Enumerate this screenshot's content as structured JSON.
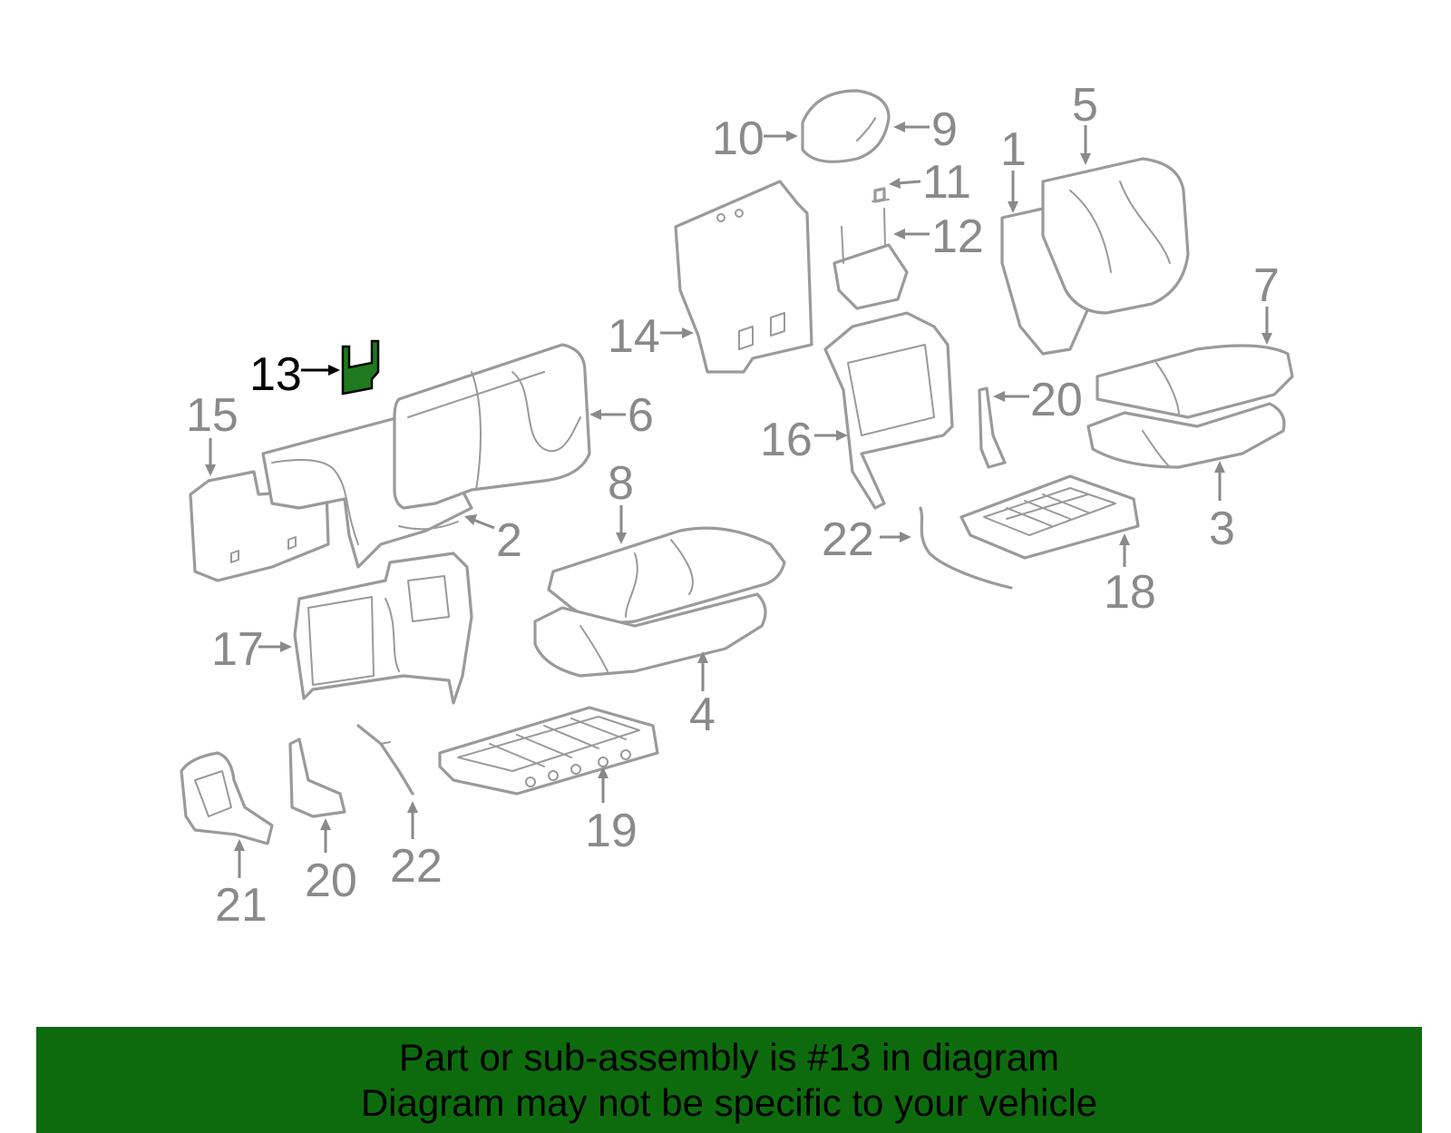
{
  "callouts": {
    "c1": "1",
    "c2": "2",
    "c3": "3",
    "c4": "4",
    "c5": "5",
    "c6": "6",
    "c7": "7",
    "c8": "8",
    "c9": "9",
    "c10": "10",
    "c11": "11",
    "c12": "12",
    "c13": "13",
    "c14": "14",
    "c15": "15",
    "c16": "16",
    "c17": "17",
    "c18": "18",
    "c19": "19",
    "c20a": "20",
    "c20b": "20",
    "c21": "21",
    "c22a": "22",
    "c22b": "22"
  },
  "highlight_color": "#1f7a1f",
  "banner": {
    "line1": "Part or sub-assembly is #13 in diagram",
    "line2": "Diagram may not be specific to your vehicle",
    "background": "#0d6b0d"
  }
}
